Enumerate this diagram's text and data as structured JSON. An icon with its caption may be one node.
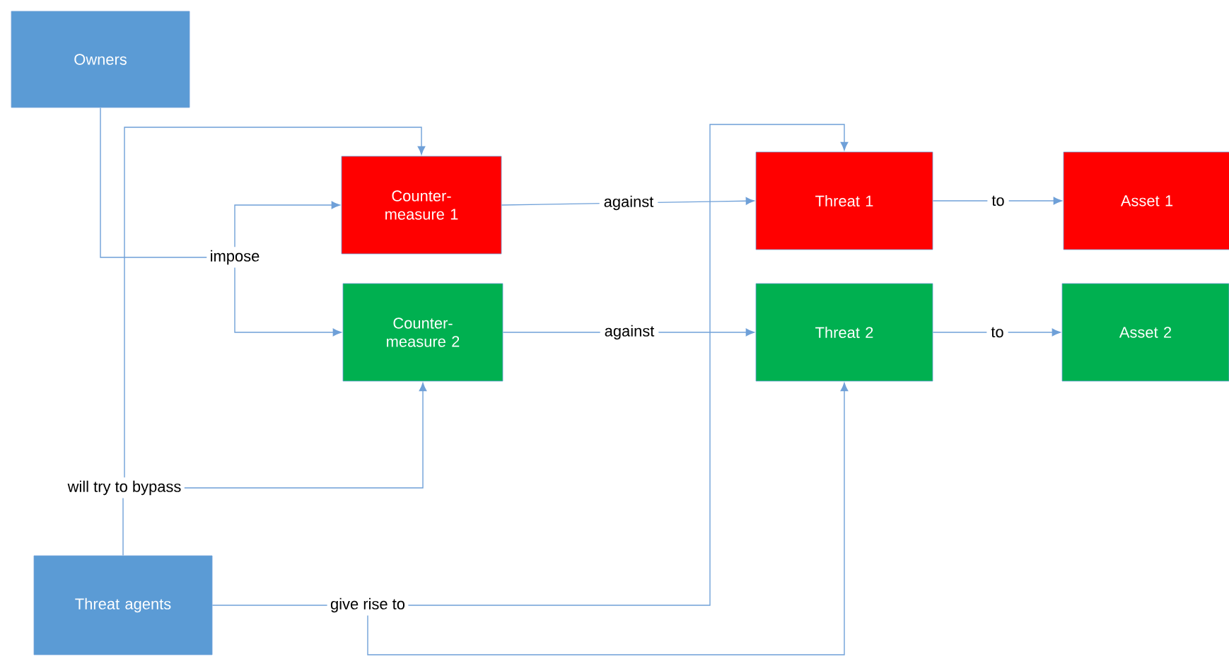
{
  "diagram": {
    "nodes": [
      {
        "text": [
          "Owners"
        ]
      },
      {
        "text": [
          "Counter- measure 1"
        ]
      },
      {
        "text": [
          "impose"
        ]
      },
      {
        "text": [
          "Counter- measure 2"
        ]
      },
      {
        "text": [
          "Threat 1"
        ]
      },
      {
        "text": [
          "Asset 1"
        ]
      },
      {
        "text": [
          "Threat 2"
        ]
      },
      {
        "text": [
          "Asset 2"
        ]
      },
      {
        "text": [
          "will try to bypass"
        ]
      },
      {
        "text": [
          "Threat agents"
        ]
      },
      {
        "text": [
          "give rise to"
        ]
      }
    ],
    "edges": [
      {
        "from": 0,
        "to": 2,
        "arrow": "none"
      },
      {
        "from": 2,
        "to": 1,
        "arrow": "to"
      },
      {
        "from": 2,
        "to": 3,
        "arrow": "to"
      },
      {
        "from": 1,
        "to": 4,
        "arrow": "to",
        "label": "against"
      },
      {
        "from": 3,
        "to": 6,
        "arrow": "to",
        "label": "against"
      },
      {
        "from": 4,
        "to": 5,
        "arrow": "to",
        "label": "to"
      },
      {
        "from": 6,
        "to": 7,
        "arrow": "to",
        "label": "to"
      },
      {
        "from": 9,
        "to": 8,
        "arrow": "none"
      },
      {
        "from": 8,
        "to": 1,
        "arrow": "to"
      },
      {
        "from": 8,
        "to": 3,
        "arrow": "to"
      },
      {
        "from": 9,
        "to": 10,
        "arrow": "none"
      },
      {
        "from": 10,
        "to": 4,
        "arrow": "to"
      },
      {
        "from": 10,
        "to": 6,
        "arrow": "to"
      }
    ]
  }
}
